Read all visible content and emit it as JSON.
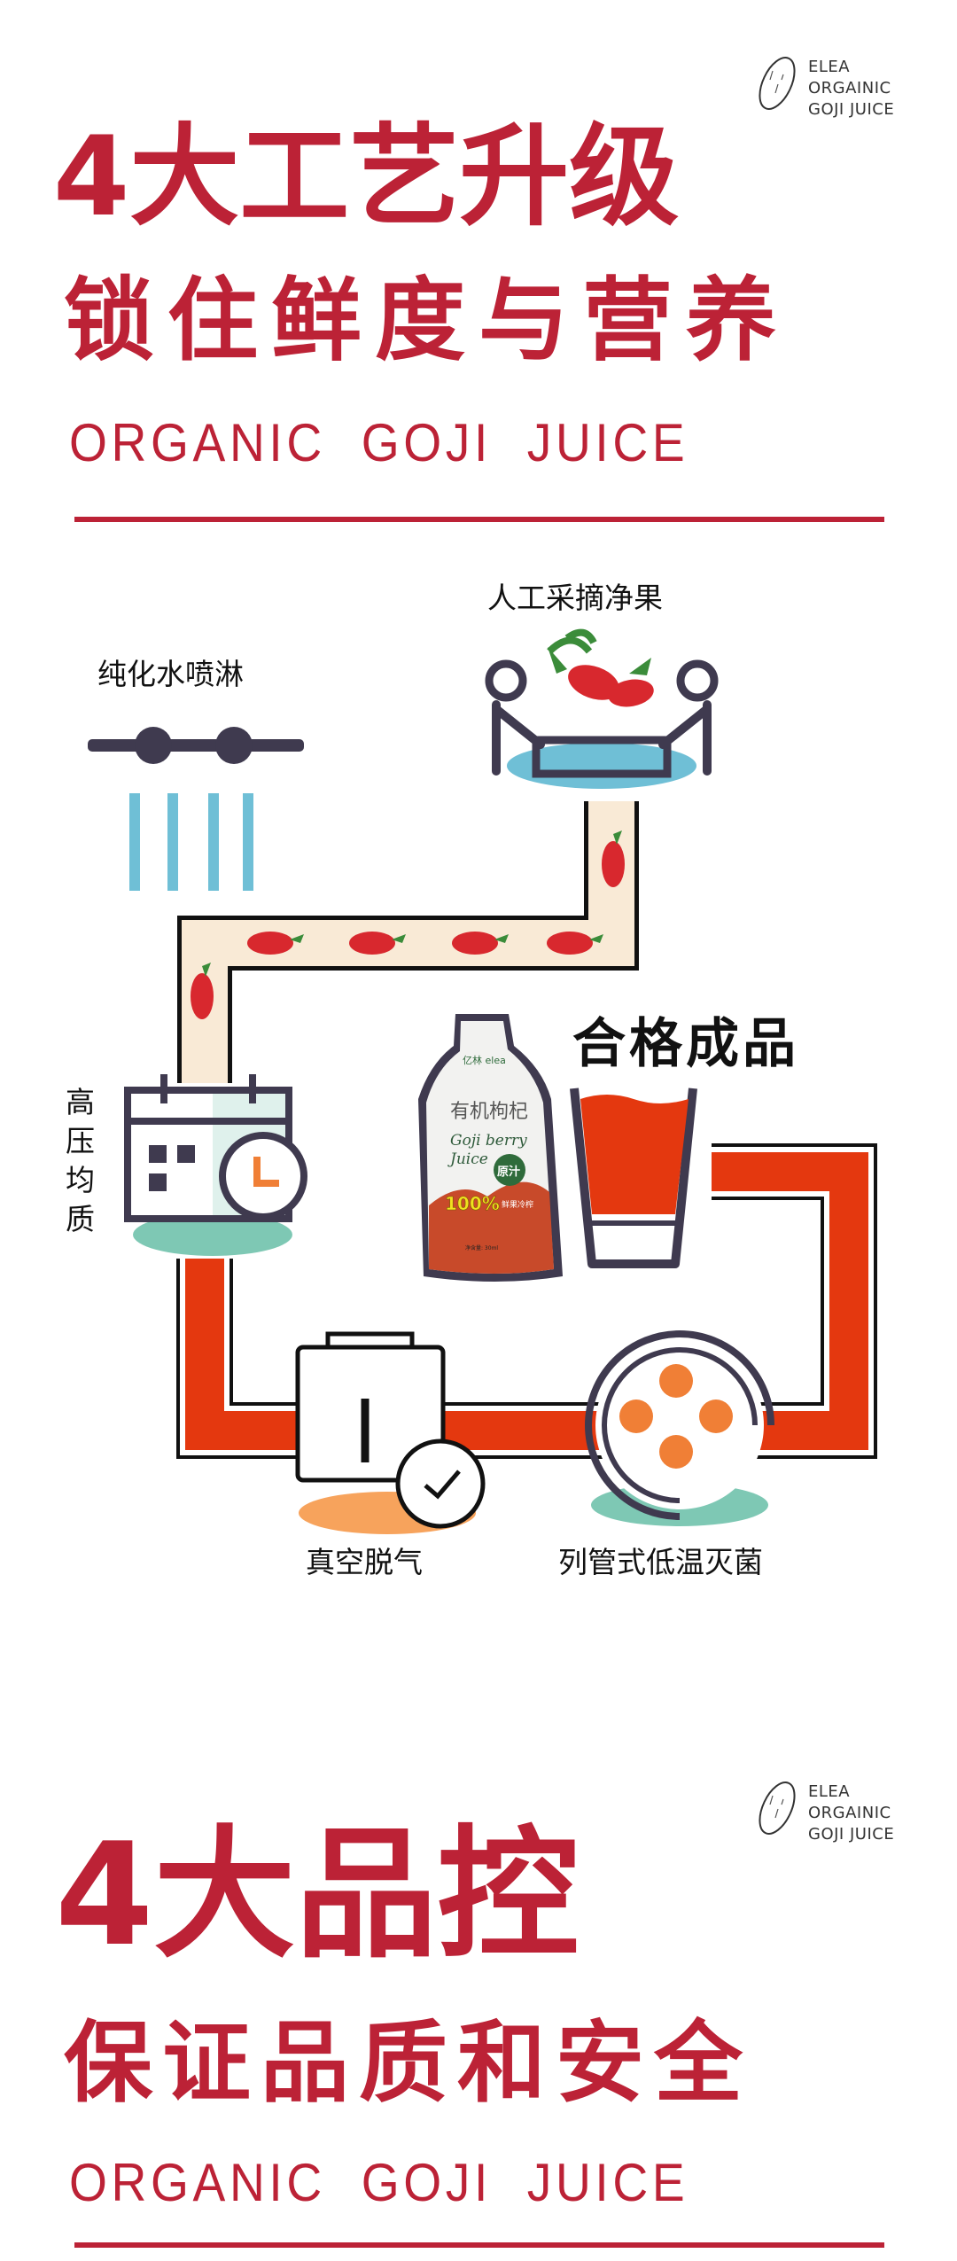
{
  "brand": {
    "line1": "ELEA",
    "line2": "ORGAINIC",
    "line3": "GOJI JUICE"
  },
  "section1": {
    "title": "4大工艺升级",
    "subtitle": "锁住鲜度与营养",
    "english": "ORGANIC  GOJI  JUICE"
  },
  "process": {
    "steps": [
      {
        "label": "人工采摘净果"
      },
      {
        "label": "纯化水喷淋"
      },
      {
        "label": "高压均质"
      },
      {
        "label": "真空脱气"
      },
      {
        "label": "列管式低温灭菌"
      }
    ],
    "result_label": "合格成品",
    "product": {
      "brand": "亿林 elea",
      "name_cn": "有机枸杞",
      "name_en1": "Goji berry",
      "name_en2": "Juice",
      "badge": "原汁",
      "percent": "100%",
      "claim": "鲜果冷榨",
      "volume": "净含量: 30ml"
    }
  },
  "section2": {
    "title": "4大品控",
    "subtitle": "保证品质和安全",
    "english": "ORGANIC  GOJI  JUICE"
  },
  "colors": {
    "brand_red": "#bc2236",
    "pipe_red": "#e4380f",
    "pipe_beige": "#f9ead6",
    "icon_dark": "#3f3a4f",
    "water_blue": "#6fbfd6",
    "mint": "#7ec8b4",
    "orange": "#f7a35c"
  }
}
